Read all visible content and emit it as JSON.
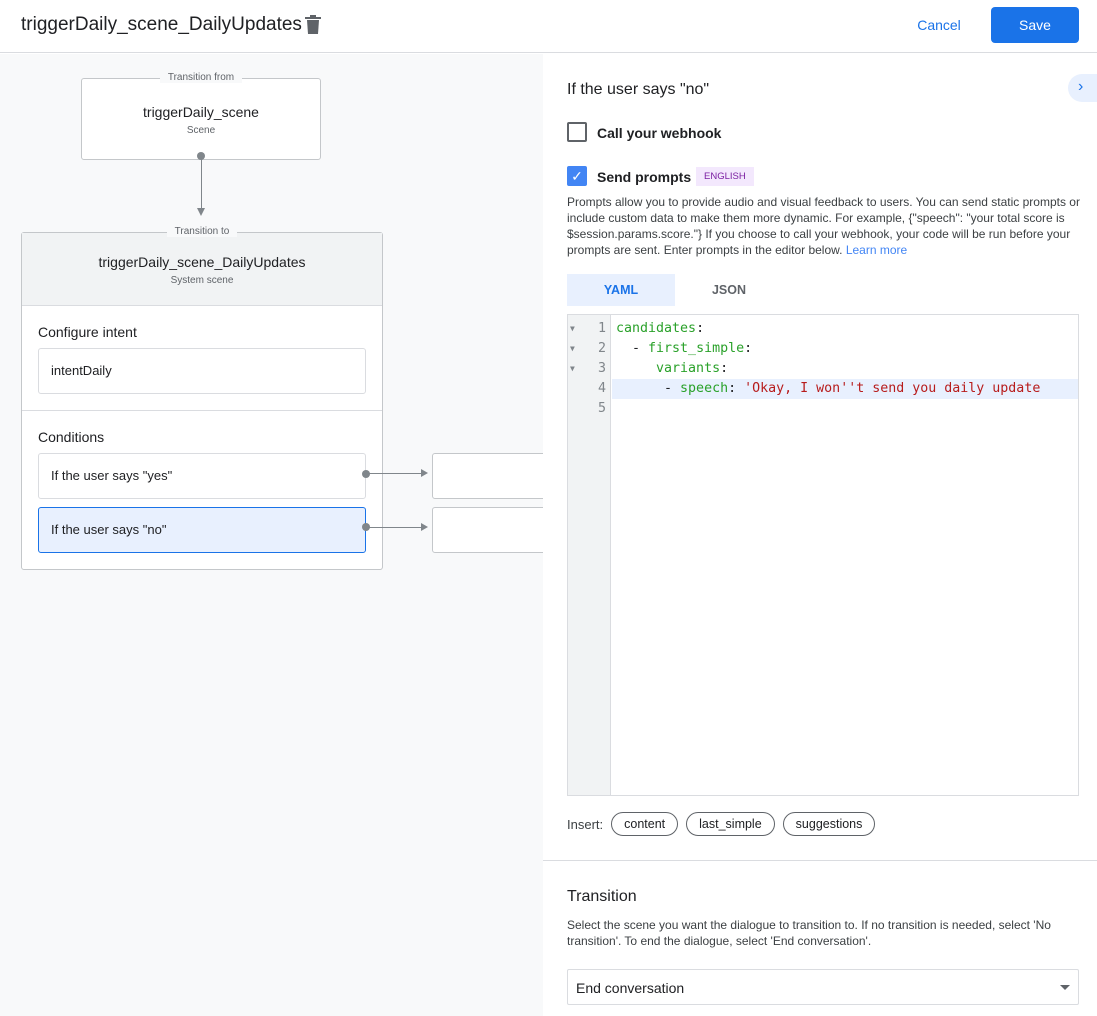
{
  "header": {
    "title": "triggerDaily_scene_DailyUpdates",
    "cancel_label": "Cancel",
    "save_label": "Save"
  },
  "canvas": {
    "from": {
      "legend": "Transition from",
      "name": "triggerDaily_scene",
      "type": "Scene"
    },
    "to": {
      "legend": "Transition to",
      "name": "triggerDaily_scene_DailyUpdates",
      "type": "System scene"
    },
    "intent_heading": "Configure intent",
    "intent": "intentDaily",
    "conditions_heading": "Conditions",
    "conditions": [
      "If the user says \"yes\"",
      "If the user says \"no\""
    ]
  },
  "panel": {
    "title": "If the user says \"no\"",
    "webhook": {
      "label": "Call your webhook",
      "checked": false
    },
    "prompts": {
      "label": "Send prompts",
      "checked": true,
      "badge": "ENGLISH"
    },
    "description": "Prompts allow you to provide audio and visual feedback to users. You can send static prompts or include custom data to make them more dynamic. For example, {\"speech\": \"your total score is $session.params.score.\"} If you choose to call your webhook, your code will be run before your prompts are sent. Enter prompts in the editor below.",
    "learn_more": "Learn more",
    "tabs": [
      "YAML",
      "JSON"
    ],
    "active_tab": "YAML",
    "code": {
      "line_numbers": [
        "1",
        "2",
        "3",
        "4",
        "5"
      ],
      "l1_key": "candidates",
      "l2_dash": "  - ",
      "l2_key": "first_simple",
      "l3_key": "variants",
      "l4_dash": "      - ",
      "l4_key": "speech",
      "l4_value": "'Okay, I won''t send you daily update",
      "colon": ":"
    },
    "insert_label": "Insert:",
    "insert_chips": [
      "content",
      "last_simple",
      "suggestions"
    ],
    "transition": {
      "title": "Transition",
      "description": "Select the scene you want the dialogue to transition to. If no transition is needed, select 'No transition'. To end the dialogue, select 'End conversation'.",
      "selected": "End conversation"
    }
  },
  "colors": {
    "accent": "#1a73e8",
    "key": "#2aa12a",
    "string": "#b71c1c"
  }
}
